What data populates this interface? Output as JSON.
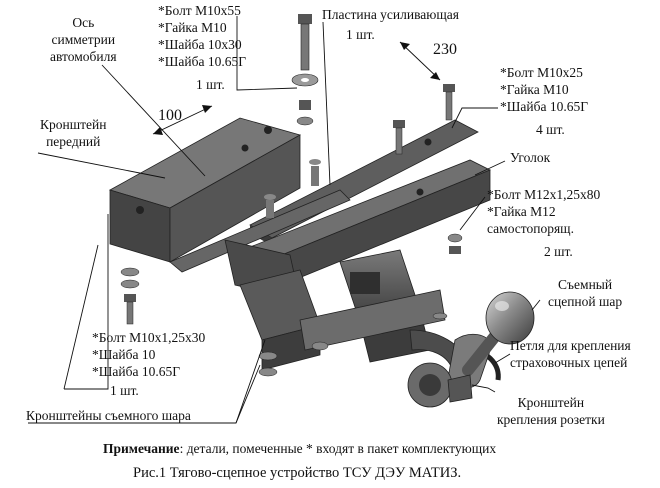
{
  "labels": {
    "axis_symmetry": "Ось\nсимметрии\nавтомобиля",
    "front_bracket": "Кронштейн\nпередний",
    "bolt_group_top": "*Болт М10х55\n*Гайка М10\n*Шайба 10х30\n*Шайба 10.65Г",
    "bolt_group_top_qty": "1 шт.",
    "plate": "Пластина усиливающая",
    "plate_qty": "1 шт.",
    "dim_230": "230",
    "dim_100": "100",
    "bolt_group_right": "*Болт М10х25\n*Гайка М10\n*Шайба 10.65Г",
    "bolt_group_right_qty": "4 шт.",
    "angle": "Уголок",
    "bolt_group_m12": "*Болт М12х1,25х80\n*Гайка М12\nсамостопорящ.",
    "bolt_group_m12_qty": "2 шт.",
    "removable_ball": "Съемный\nсцепной шар",
    "safety_chain_loop": "Петля для крепления\nстраховочных цепей",
    "socket_bracket": "Кронштейн\nкрепления розетки",
    "bolt_group_bottom": "*Болт М10х1,25х30\n*Шайба 10\n*Шайба 10.65Г",
    "bolt_group_bottom_qty": "1 шт.",
    "ball_brackets": "Кронштейны съемного шара"
  },
  "note": {
    "prefix": "Примечание",
    "text": ": детали, помеченные * входят в пакет комплектующих"
  },
  "caption": "Рис.1 Тягово-сцепное устройство ТСУ ДЭУ МАТИЗ.",
  "colors": {
    "metal_dark": "#3f3f3f",
    "metal_mid": "#6a6a6a",
    "metal_light": "#a5a5a5",
    "line": "#111111"
  }
}
